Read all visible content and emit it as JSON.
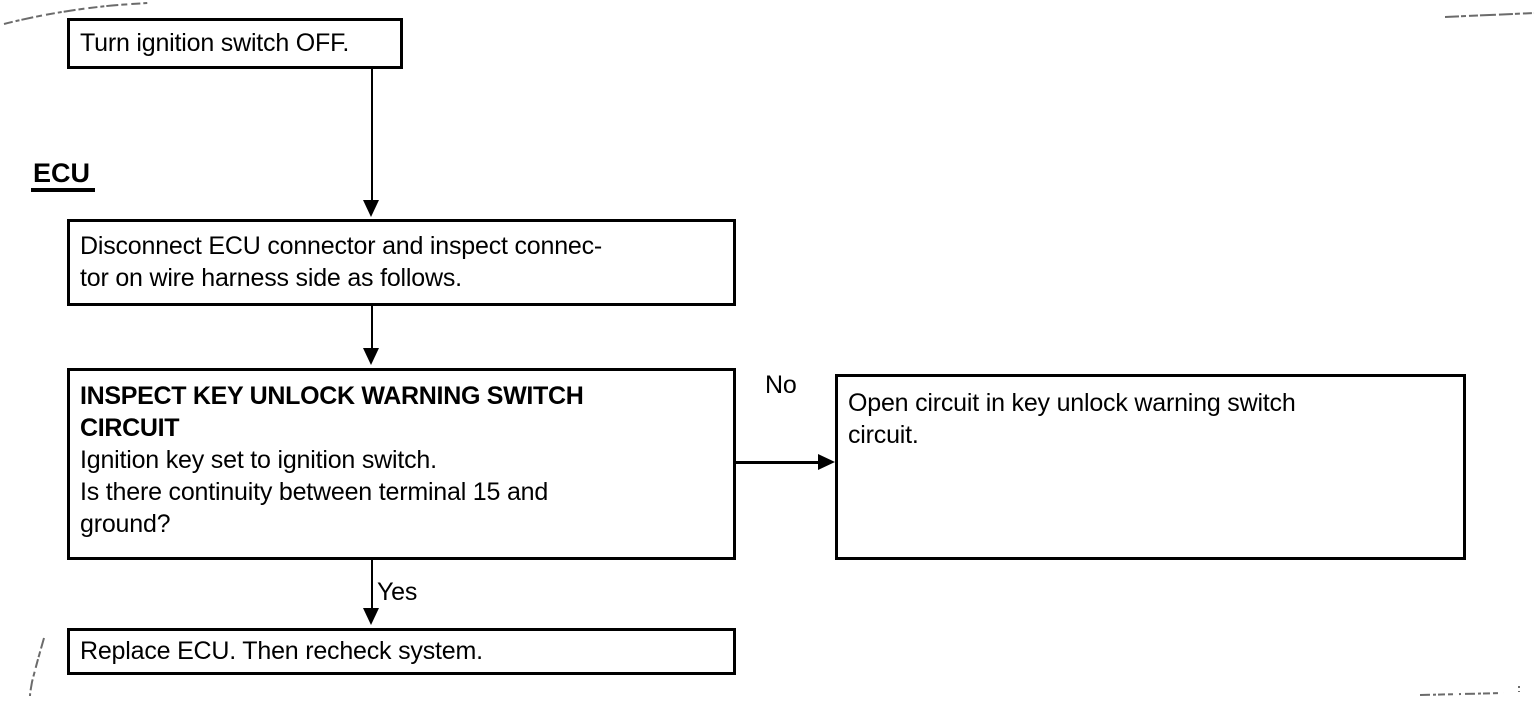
{
  "diagram": {
    "type": "troubleshooting-flowchart",
    "section_label": "ECU",
    "boxes": [
      {
        "id": "ignition-off",
        "text": "Turn ignition switch OFF."
      },
      {
        "id": "disconnect",
        "text": "Disconnect ECU connector and inspect connec-\ntor on wire harness side as follows."
      },
      {
        "id": "inspect",
        "heading": "INSPECT KEY UNLOCK WARNING SWITCH\nCIRCUIT",
        "body": "Ignition key set to ignition switch.\nIs there continuity between terminal 15 and\nground?"
      },
      {
        "id": "open-circuit",
        "text": "Open circuit in key unlock warning switch\ncircuit."
      },
      {
        "id": "replace-ecu",
        "text": "Replace ECU. Then recheck system."
      }
    ],
    "branches": {
      "no_label": "No",
      "yes_label": "Yes"
    }
  },
  "colors": {
    "ink": "#000000",
    "paper": "#ffffff"
  }
}
